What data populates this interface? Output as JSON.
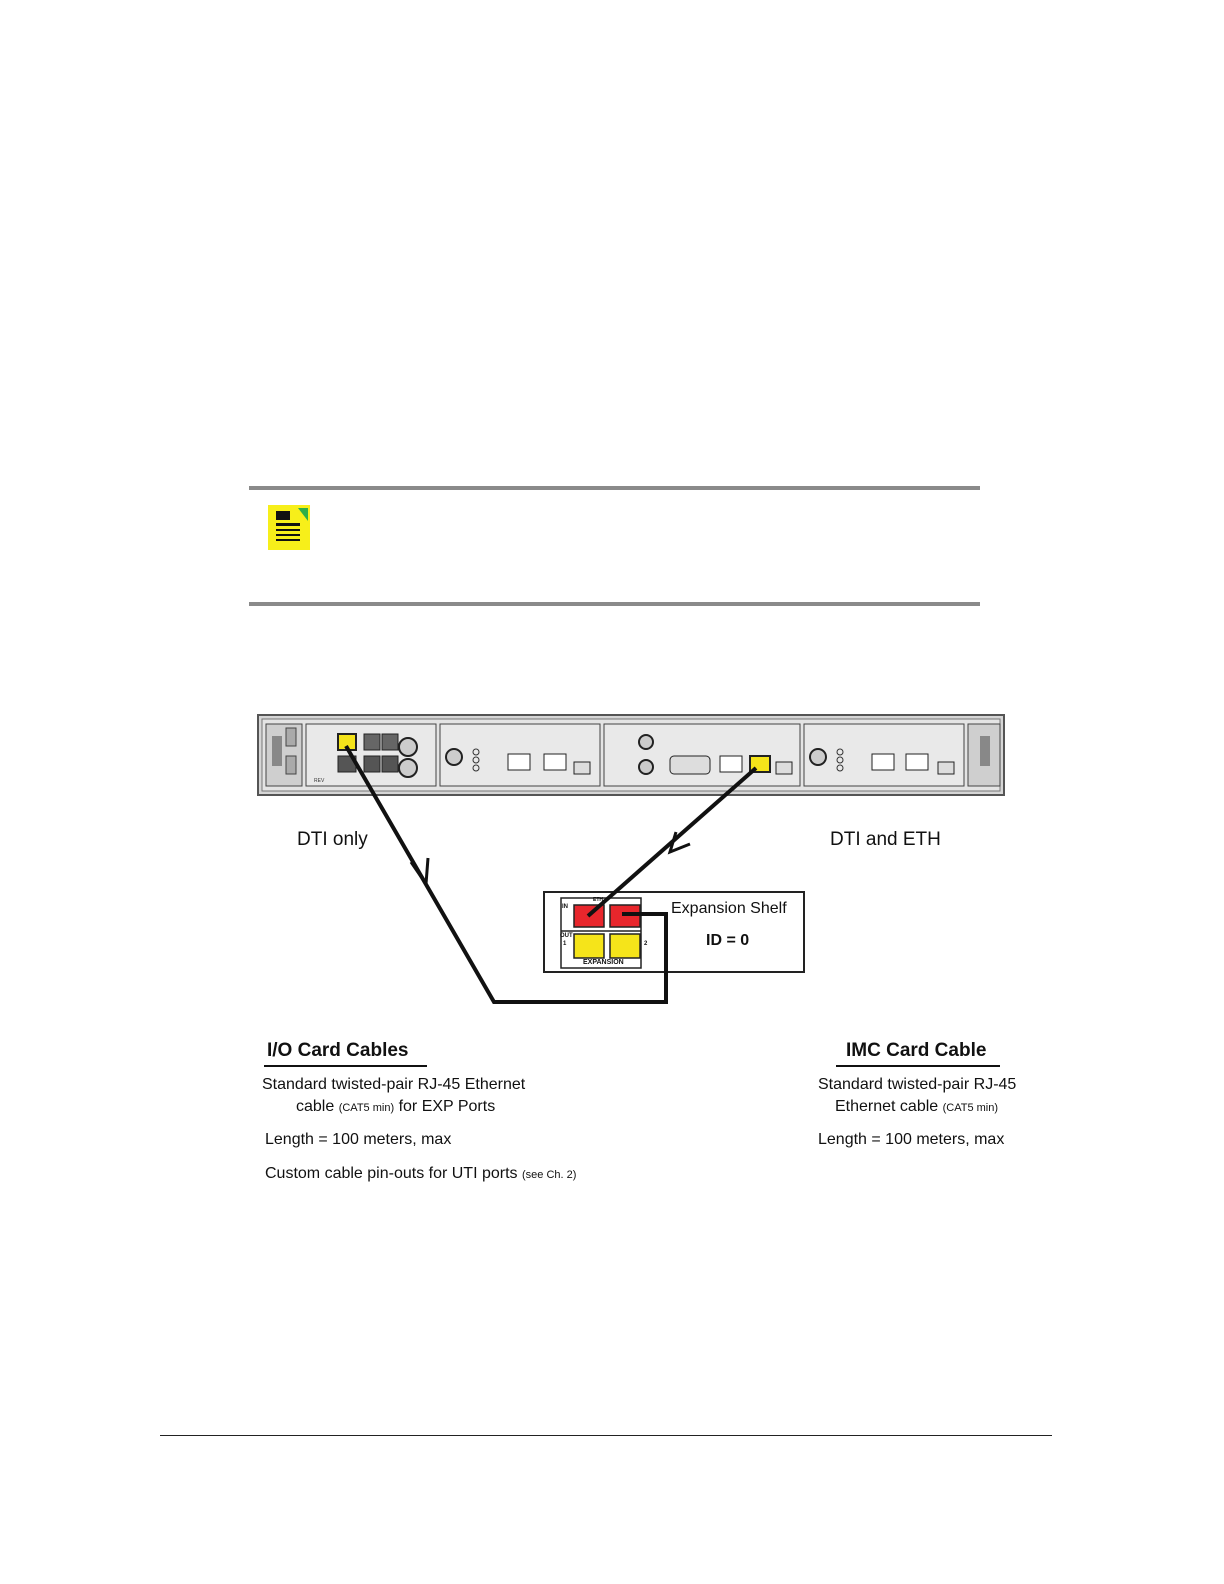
{
  "note": {
    "icon": "note-icon",
    "icon_color": "#f7ef1a",
    "icon_corner_color": "#2fae48"
  },
  "figure": {
    "labels": {
      "left_link": "DTI  only",
      "right_link": "DTI and ETH",
      "shelf_title": "Expansion Shelf",
      "shelf_id": "ID = 0",
      "panel_in": "IN",
      "panel_out": "OUT",
      "panel_port1": "1",
      "panel_port2": "2",
      "panel_expansion": "EXPANSION",
      "panel_col_eth": "ETH"
    },
    "io_card": {
      "heading": "I/O Card Cables",
      "line1": "Standard twisted-pair RJ-45 Ethernet",
      "line2_pre": "cable ",
      "line2_small": "(CAT5 min)",
      "line2_post": " for EXP Ports",
      "length": "Length = 100 meters, max",
      "custom_pre": "Custom cable pin-outs for UTI ports ",
      "custom_small": "(see Ch. 2)"
    },
    "imc_card": {
      "heading": "IMC Card Cable",
      "line1": "Standard twisted-pair RJ-45",
      "line2_pre": "Ethernet cable ",
      "line2_small": "(CAT5 min)",
      "length": "Length = 100 meters,  max"
    },
    "colors": {
      "port_red": "#e8262c",
      "port_yellow": "#f5e41a",
      "cable": "#111111"
    }
  }
}
